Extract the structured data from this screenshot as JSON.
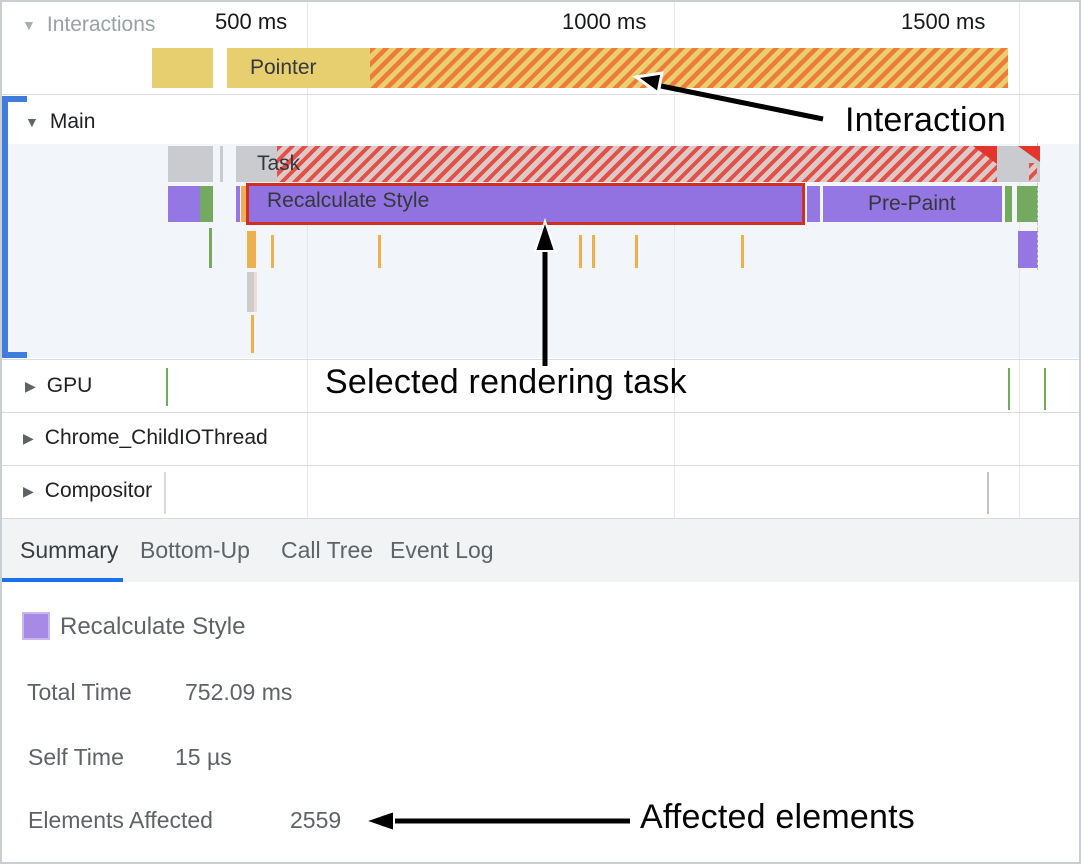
{
  "ruler": {
    "labels": [
      "500 ms",
      "1000 ms",
      "1500 ms"
    ]
  },
  "tracks": {
    "interactions": {
      "name": "Interactions",
      "collapse_icon": "▼",
      "events": {
        "pointer": "Pointer"
      }
    },
    "main": {
      "name": "Main",
      "collapse_icon": "▼",
      "events": {
        "task": "Task",
        "recalculate_style": "Recalculate Style",
        "pre_paint": "Pre-Paint"
      }
    },
    "gpu": {
      "name": "GPU",
      "collapse_icon": "▶"
    },
    "chrome_child_io": {
      "name": "Chrome_ChildIOThread",
      "collapse_icon": "▶"
    },
    "compositor": {
      "name": "Compositor",
      "collapse_icon": "▶"
    }
  },
  "tabs": [
    {
      "label": "Summary",
      "selected": true
    },
    {
      "label": "Bottom-Up",
      "selected": false
    },
    {
      "label": "Call Tree",
      "selected": false
    },
    {
      "label": "Event Log",
      "selected": false
    }
  ],
  "summary": {
    "event_name": "Recalculate Style",
    "rows": [
      {
        "label": "Total Time",
        "value": "752.09 ms"
      },
      {
        "label": "Self Time",
        "value": "15 µs"
      },
      {
        "label": "Elements Affected",
        "value": "2559"
      }
    ]
  },
  "annotations": {
    "interaction": "Interaction",
    "selected_task": "Selected rendering task",
    "affected_elements": "Affected elements"
  },
  "colors": {
    "interaction_yellow": "#e7cf70",
    "interaction_hatch_orange": "#ee7b3a",
    "task_gray": "#c9cbce",
    "long_task_hatch_red": "#e25049",
    "style_purple": "#9477e2",
    "paint_green": "#74aa5f",
    "selection_red": "#d22d20",
    "track_bracket_blue": "#3e7ddc",
    "tab_underline_blue": "#1a73e8",
    "main_track_bg": "#f2f6fb"
  }
}
